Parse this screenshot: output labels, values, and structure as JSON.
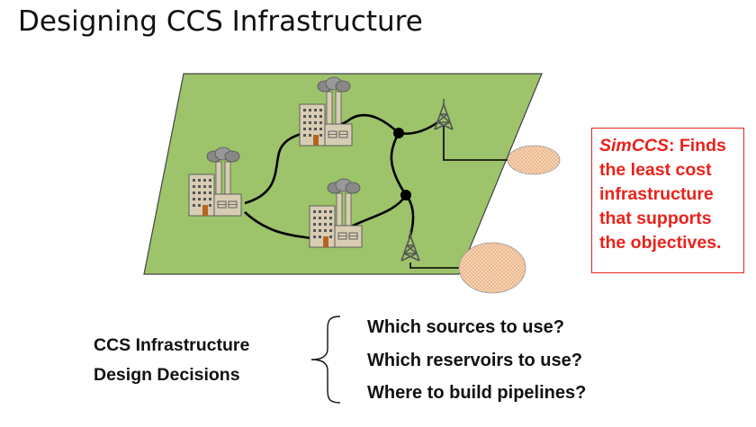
{
  "title": "Designing CCS Infrastructure",
  "callout": {
    "brand": "SimCCS",
    "lines": [
      ": Finds",
      "the least cost",
      "infrastructure",
      "that supports",
      "the objectives."
    ],
    "color": "#e8231b"
  },
  "decisions": {
    "label_lines": [
      "CCS Infrastructure",
      "Design Decisions"
    ],
    "questions": [
      "Which sources to use?",
      "Which reservoirs to use?",
      "Where to build pipelines?"
    ]
  },
  "diagram": {
    "map_color": "#9dc36b",
    "reservoir_color": "#f5c9a4",
    "elements": [
      "factory-icon",
      "factory-icon",
      "factory-icon",
      "tower-icon",
      "tower-icon",
      "reservoir",
      "reservoir",
      "pipeline-junction",
      "pipeline-junction"
    ]
  }
}
